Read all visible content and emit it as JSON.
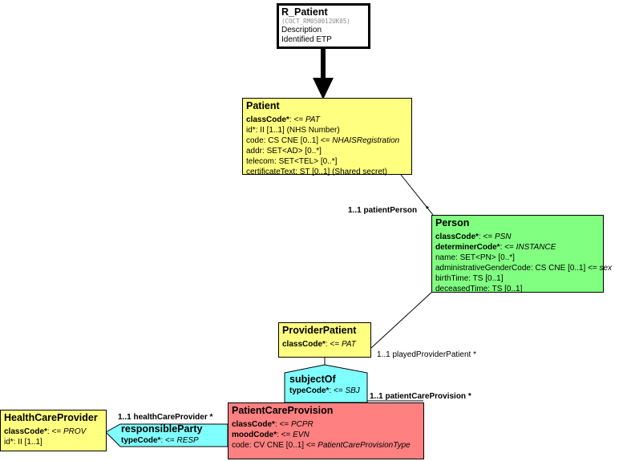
{
  "entry": {
    "title": "R_Patient",
    "code": "(COCT_RM050012UK05)",
    "description": "Description",
    "subtitle": "Identified ETP"
  },
  "patient": {
    "title": "Patient",
    "attr1_name": "classCode*",
    "attr1_value": ": <= ",
    "attr1_code": "PAT",
    "attr2": "id*: II [1..1] (NHS Number)",
    "attr3_prefix": "code: CS CNE [0..1] <= ",
    "attr3_value": "NHAISRegistration",
    "attr4": "addr: SET<AD> [0..*]",
    "attr5": "telecom: SET<TEL> [0..*]",
    "attr6": "certificateText: ST [0..1] (Shared secret)"
  },
  "person": {
    "title": "Person",
    "attr1_name": "classCode*",
    "attr1_value": ": <= ",
    "attr1_code": "PSN",
    "attr2_name": "determinerCode*",
    "attr2_value": ": <= ",
    "attr2_code": "INSTANCE",
    "attr3": "name: SET<PN> [0..*]",
    "attr4_prefix": "administrativeGenderCode: CS CNE [0..1] <= ",
    "attr4_value": "sex",
    "attr5": "birthTime: TS [0..1]",
    "attr6": "deceasedTime: TS [0..1]"
  },
  "provider_patient": {
    "title": "ProviderPatient",
    "attr1_name": "classCode*",
    "attr1_value": ": <= ",
    "attr1_code": "PAT"
  },
  "subject_of": {
    "title": "subjectOf",
    "attr1_name": "typeCode*",
    "attr1_value": ": <= ",
    "attr1_code": "SBJ"
  },
  "patient_care_provision": {
    "title": "PatientCareProvision",
    "attr1_name": "classCode*",
    "attr1_value": ": <= ",
    "attr1_code": "PCPR",
    "attr2_name": "moodCode*",
    "attr2_value": ": <= ",
    "attr2_code": "EVN",
    "attr3_prefix": "code: CV CNE [0..1] <= ",
    "attr3_value": "PatientCareProvisionType"
  },
  "responsible_party": {
    "title": "responsibleParty",
    "attr1_name": "typeCode*",
    "attr1_value": ": <= ",
    "attr1_code": "RESP"
  },
  "health_care_provider": {
    "title": "HealthCareProvider",
    "attr1_name": "classCode*",
    "attr1_value": ": <= ",
    "attr1_code": "PROV",
    "attr2": "id*: II [1..1]"
  },
  "labels": {
    "patient_person": "1..1 patientPerson",
    "patient_person_star": "*",
    "played_provider_patient": "1..1 playedProviderPatient  *",
    "patient_care_provision": "1..1 patientCareProvision   *",
    "health_care_provider": "1..1 healthCareProvider  *"
  },
  "colors": {
    "class_yellow": "#ffff80",
    "class_green": "#80ff80",
    "act_red": "#ff8080",
    "relationship_cyan": "#80ffff"
  }
}
